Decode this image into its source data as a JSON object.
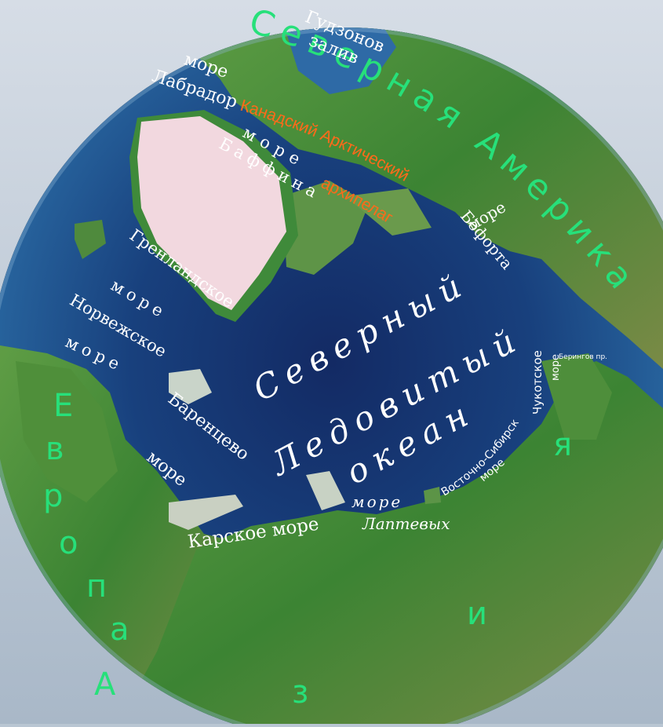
{
  "map": {
    "continents": {
      "north_america": "Северная Америка",
      "europe": "Европа",
      "asia": "Азия"
    },
    "ocean": {
      "line1": "Северный",
      "line2": "Ледовитый",
      "line3": "океан"
    },
    "seas": {
      "hudson_bay_1": "Гудзонов",
      "hudson_bay_2": "залив",
      "labrador_1": "море",
      "labrador_2": "Лабрадор",
      "baffin_1": "море",
      "baffin_2": "Баффина",
      "beaufort_1": "море",
      "beaufort_2": "Бофорта",
      "greenland_1": "Гренландское",
      "greenland_2": "море",
      "norwegian_1": "Норвежское",
      "norwegian_2": "море",
      "barents_1": "Баренцево",
      "barents_2": "море",
      "kara": "Карское море",
      "laptev_1": "море",
      "laptev_2": "Лаптевых",
      "east_siberian_1": "Восточно-Сибирское",
      "east_siberian_2": "море",
      "chukchi_1": "Чукотское",
      "chukchi_2": "море",
      "bering_strait": "Берингов пр."
    },
    "archipelago": {
      "line1": "Канадский Арктический",
      "line2": "архипелаг"
    },
    "colors": {
      "ocean_deep": "#132f6a",
      "ocean_shelf": "#2a5e99",
      "land": "#3f8a3a",
      "ice": "#f2d8df",
      "continent_label": "#27e07a",
      "archipelago_label": "#ff6a1a",
      "sea_label": "#ffffff"
    }
  }
}
